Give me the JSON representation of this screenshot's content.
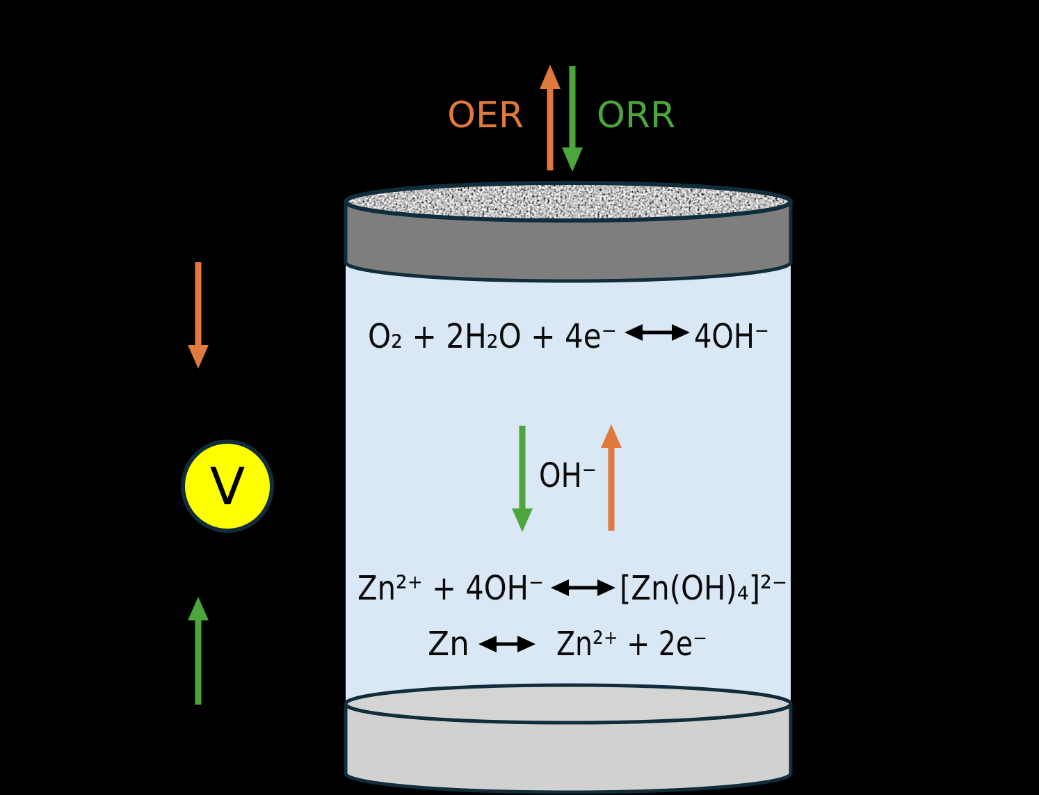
{
  "colors": {
    "background": "#000000",
    "orange": "#E07A3C",
    "green": "#4DA63C",
    "outline_navy": "#112D3B",
    "electrolyte_blue": "#DAE8F6",
    "air_electrode_gray": "#7E7E7E",
    "air_electrode_surface": "#C8C8C8",
    "zinc_electrode_gray": "#D1D1CF",
    "zinc_electrode_top": "#D4D4D2",
    "voltmeter_yellow": "#FFFF00",
    "equation_text": "#0a0a0a"
  },
  "gas_reactions": {
    "oer_label": "OER",
    "orr_label": "ORR"
  },
  "voltmeter": {
    "label": "V"
  },
  "electrolyte": {
    "ion_flow_label": "OH⁻"
  },
  "equations": {
    "air_cathode": {
      "left": "O₂ + 2H₂O + 4e⁻",
      "right": "4OH⁻"
    },
    "zincate_formation": {
      "left": "Zn²⁺ + 4OH⁻",
      "right": "[Zn(OH)₄]²⁻"
    },
    "zinc_anode": {
      "left": "Zn",
      "right": "Zn²⁺ + 2e⁻"
    }
  }
}
